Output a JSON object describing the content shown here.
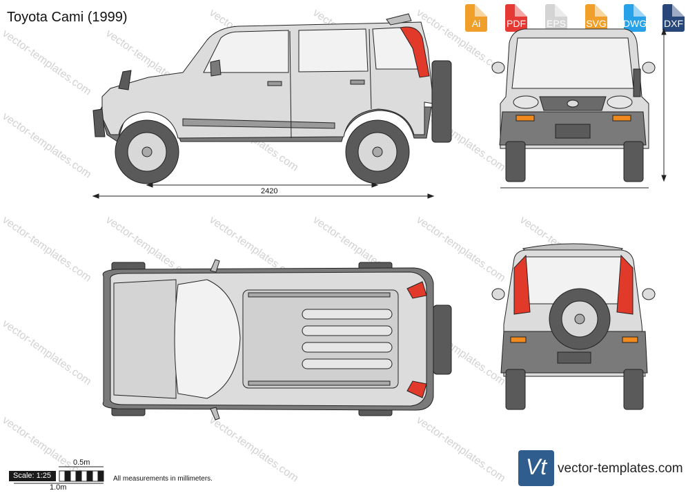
{
  "title": "Toyota Cami (1999)",
  "formats": [
    {
      "label": "Ai",
      "color": "#f0a02a"
    },
    {
      "label": "PDF",
      "color": "#e53a33"
    },
    {
      "label": "EPS",
      "color": "#d4d4d4"
    },
    {
      "label": "SVG",
      "color": "#f0a02a"
    },
    {
      "label": "DWG",
      "color": "#27a2e8"
    },
    {
      "label": "DXF",
      "color": "#27477a"
    }
  ],
  "dimensions": {
    "wheelbase": "2420"
  },
  "scale": {
    "label": "Scale: 1:25",
    "half_meter": "0.5m",
    "one_meter": "1.0m"
  },
  "note": "All measurements in millimeters.",
  "brand": {
    "logo": "Vt",
    "site": "vector-templates.com"
  },
  "watermark": "vector-templates.com",
  "colors": {
    "body": "#dcdcdc",
    "outline": "#222222",
    "trim": "#7a7a7a",
    "tire": "#5a5a5a",
    "taillight": "#e23a2a",
    "indicator": "#f08a1e"
  }
}
